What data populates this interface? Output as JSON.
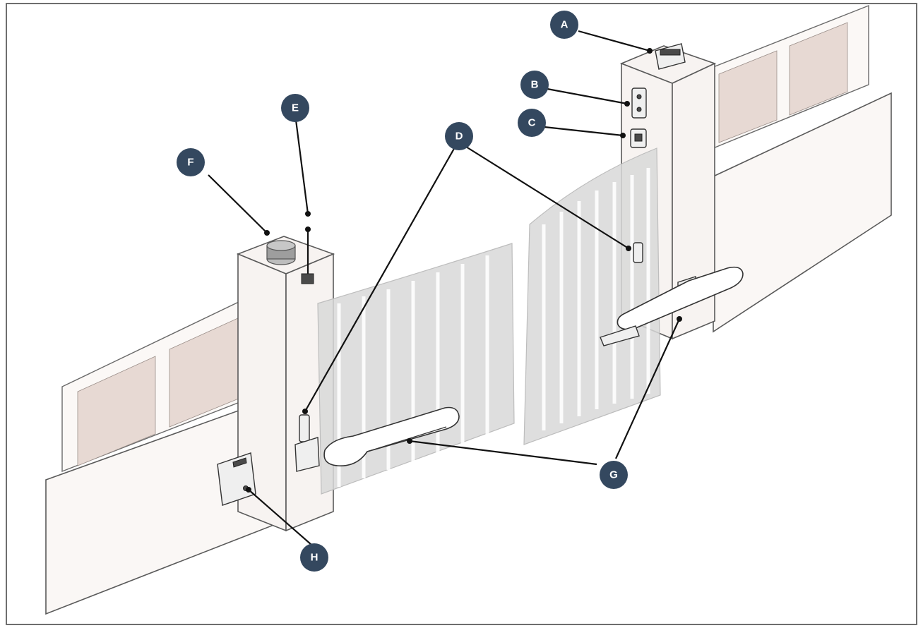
{
  "callouts": [
    {
      "id": "A",
      "label": "A"
    },
    {
      "id": "B",
      "label": "B"
    },
    {
      "id": "C",
      "label": "C"
    },
    {
      "id": "D",
      "label": "D"
    },
    {
      "id": "E",
      "label": "E"
    },
    {
      "id": "F",
      "label": "F"
    },
    {
      "id": "G",
      "label": "G"
    },
    {
      "id": "H",
      "label": "H"
    }
  ],
  "colors": {
    "badge": "#34485f",
    "leader": "#111111",
    "slat": "#e7d9d3",
    "gate_panel": "#d8d8d8",
    "frame": "#6e6e6e"
  }
}
